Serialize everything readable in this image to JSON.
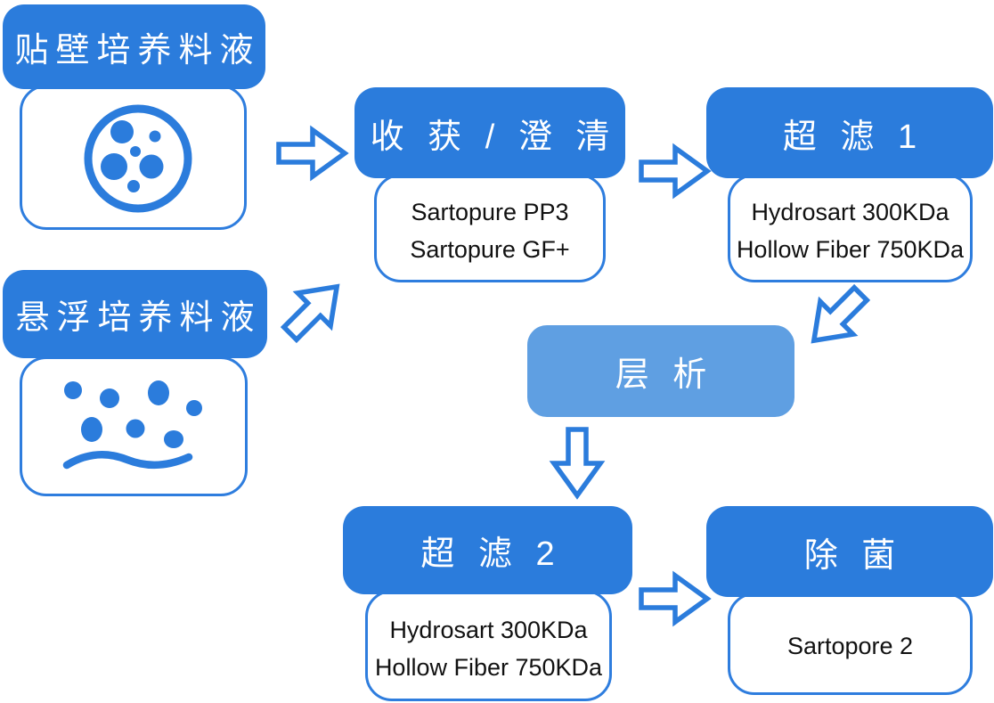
{
  "palette": {
    "primary": "#2B7CDC",
    "primary-light": "#5F9FE2",
    "body-border": "#2E7DDE",
    "body-text": "#111111",
    "header-text": "#FFFFFF",
    "background": "#FFFFFF"
  },
  "nodes": {
    "adherent": {
      "title": "贴壁培养料液",
      "icon": "petri-dish-cells-icon"
    },
    "suspension": {
      "title": "悬浮培养料液",
      "icon": "suspended-cells-wave-icon"
    },
    "harvest": {
      "title": "收 获 / 澄 清",
      "lines": [
        "Sartopure PP3",
        "Sartopure GF+"
      ]
    },
    "ultrafiltration1": {
      "title": "超 滤 1",
      "lines": [
        "Hydrosart 300KDa",
        "Hollow Fiber 750KDa"
      ]
    },
    "chromatography": {
      "title": "层 析"
    },
    "ultrafiltration2": {
      "title": "超 滤 2",
      "lines": [
        "Hydrosart 300KDa",
        "Hollow Fiber 750KDa"
      ]
    },
    "sterile_filtration": {
      "title": "除 菌",
      "lines": [
        "Sartopore 2"
      ]
    }
  },
  "arrows": [
    {
      "name": "adherent-to-harvest",
      "direction": "right"
    },
    {
      "name": "suspension-to-harvest",
      "direction": "up-right"
    },
    {
      "name": "harvest-to-ultrafiltration1",
      "direction": "right"
    },
    {
      "name": "ultrafiltration1-to-chromatography",
      "direction": "down-left"
    },
    {
      "name": "chromatography-to-ultrafiltration2",
      "direction": "down"
    },
    {
      "name": "ultrafiltration2-to-sterile",
      "direction": "right"
    }
  ]
}
